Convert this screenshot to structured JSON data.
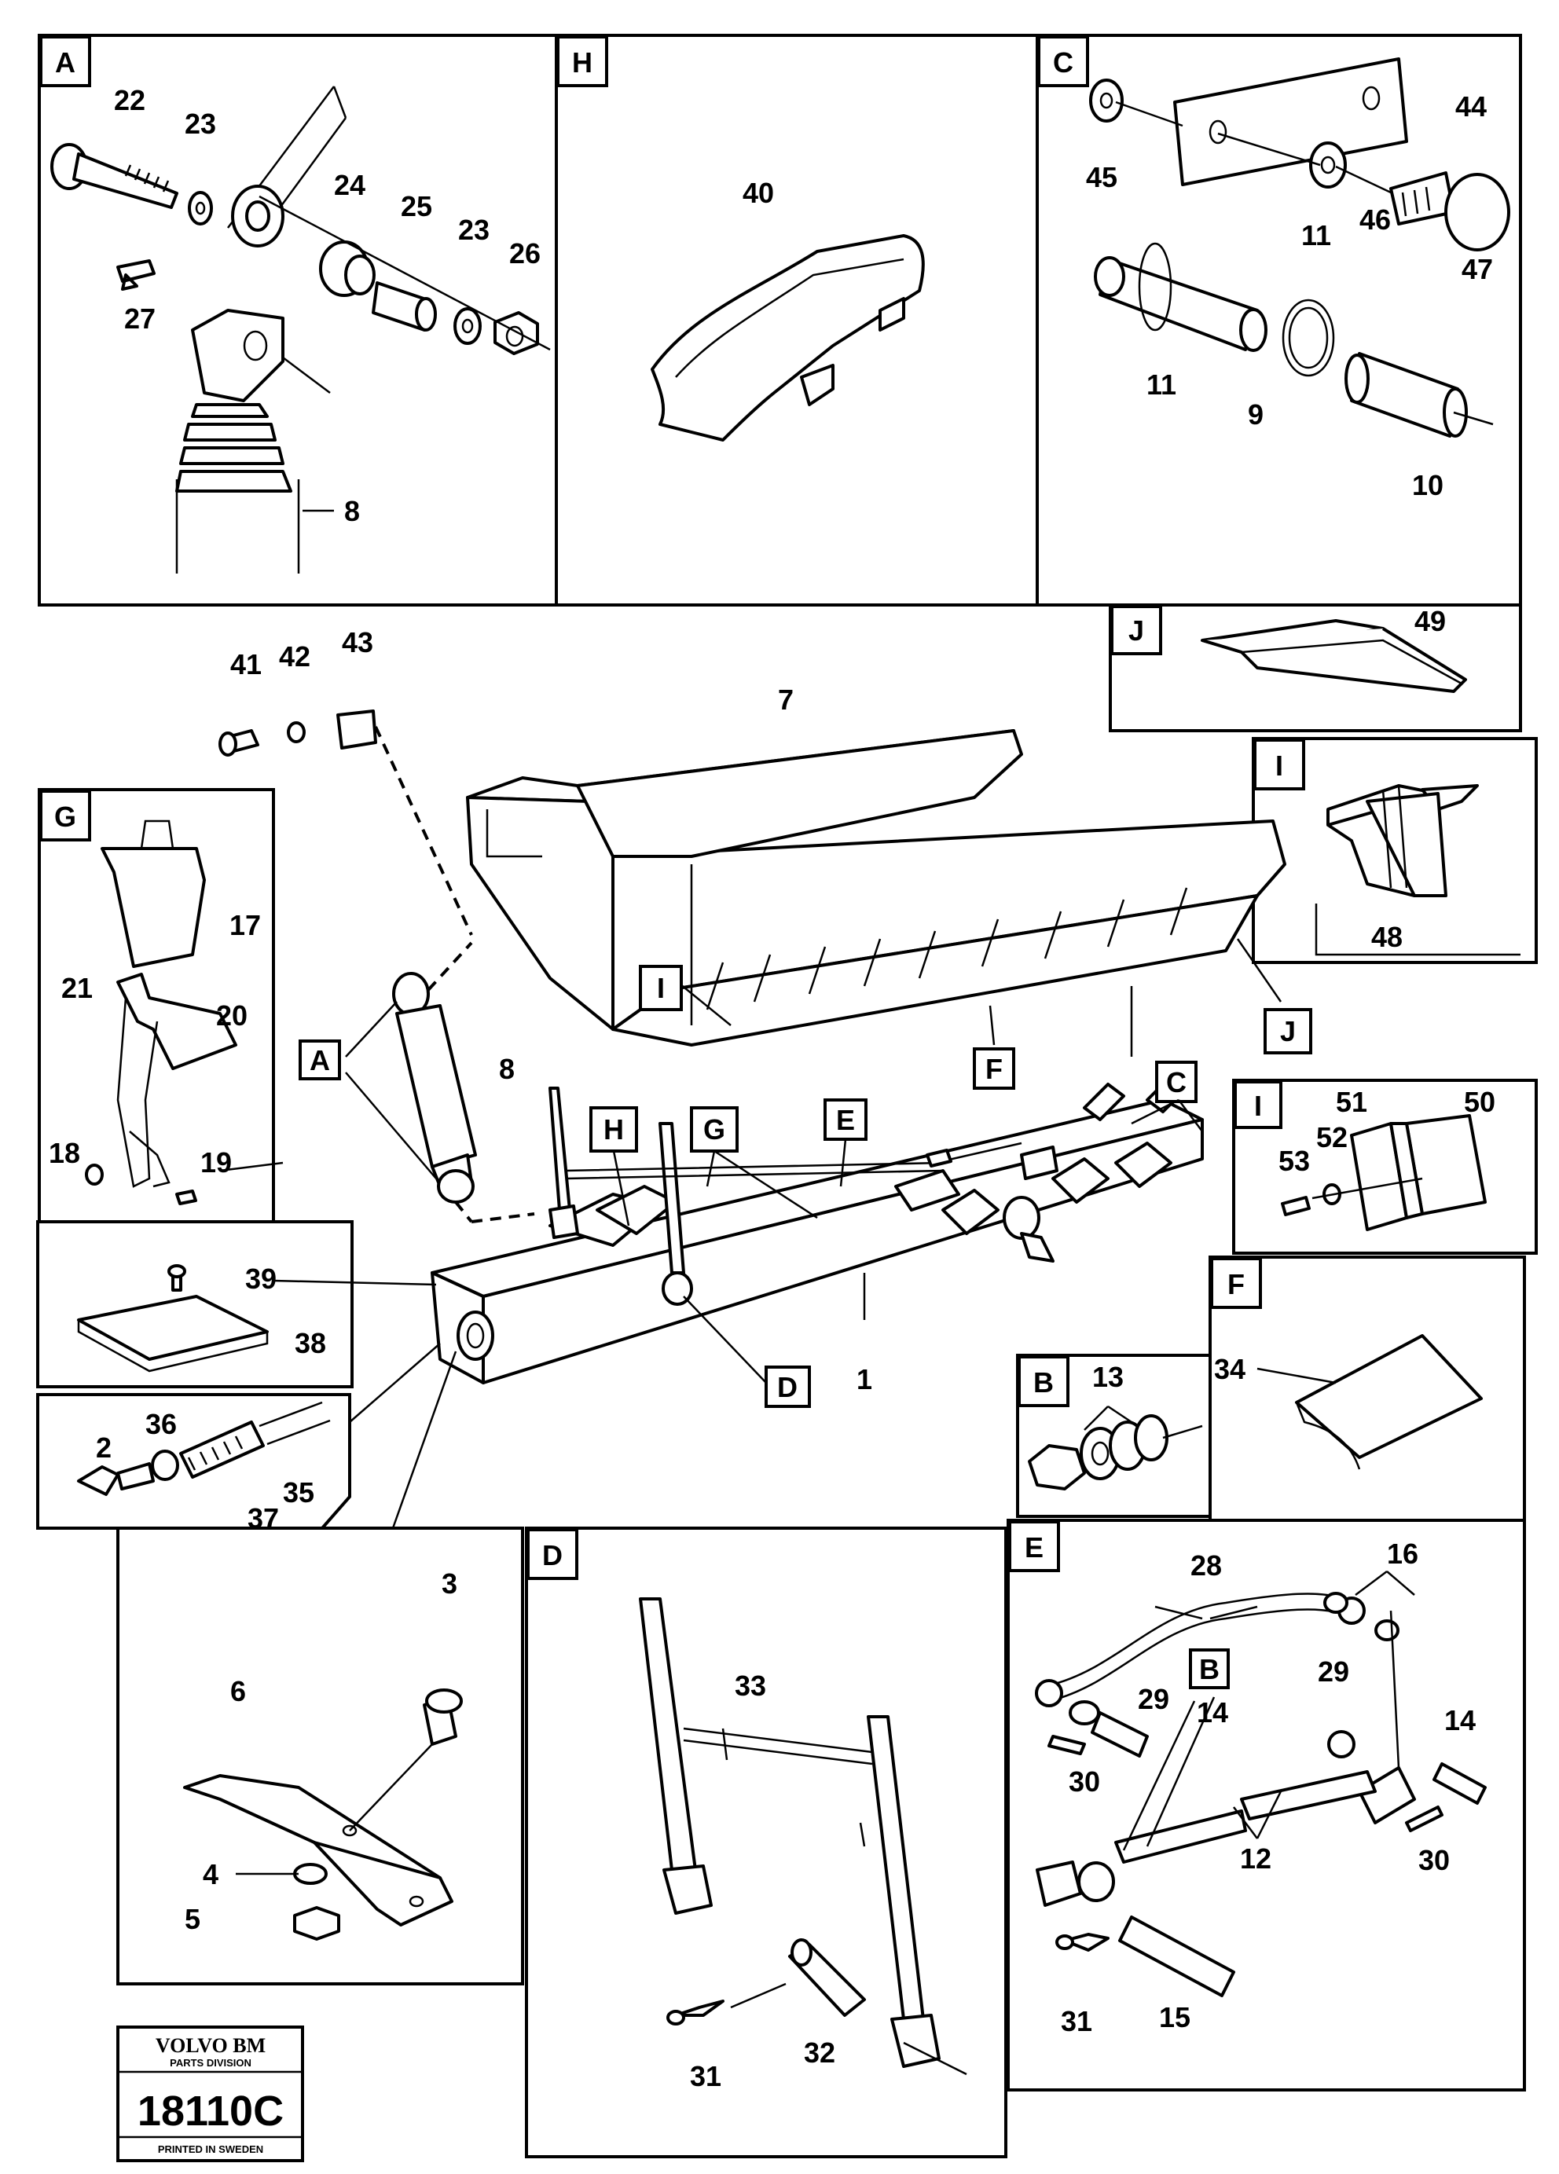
{
  "diagram": {
    "panels": {
      "A": "A",
      "H": "H",
      "C": "C",
      "J": "J",
      "I_top": "I",
      "G": "G",
      "I_right": "I",
      "F": "F",
      "B": "B",
      "D": "D",
      "E": "E"
    },
    "main_markers": {
      "A": "A",
      "H": "H",
      "G": "G",
      "E": "E",
      "I": "I",
      "F": "F",
      "C": "C",
      "J": "J",
      "D": "D",
      "B_in_E": "B"
    },
    "callouts": {
      "p22": "22",
      "p23a": "23",
      "p24": "24",
      "p25": "25",
      "p23b": "23",
      "p26": "26",
      "p27": "27",
      "p8a": "8",
      "p40": "40",
      "p45": "45",
      "p44": "44",
      "p46": "46",
      "p47": "47",
      "p11a": "11",
      "p11b": "11",
      "p9": "9",
      "p10": "10",
      "p49": "49",
      "p48": "48",
      "p41": "41",
      "p42": "42",
      "p43": "43",
      "p7": "7",
      "p17": "17",
      "p21": "21",
      "p20": "20",
      "p18": "18",
      "p19": "19",
      "p8b": "8",
      "p51": "51",
      "p50": "50",
      "p52": "52",
      "p53": "53",
      "p39": "39",
      "p38": "38",
      "p1": "1",
      "p34": "34",
      "p13": "13",
      "p2": "2",
      "p36": "36",
      "p35": "35",
      "p37": "37",
      "p3": "3",
      "p6": "6",
      "p4": "4",
      "p5": "5",
      "p33": "33",
      "p31a": "31",
      "p32": "32",
      "p28": "28",
      "p16": "16",
      "p29a": "29",
      "p29b": "29",
      "p14a": "14",
      "p14b": "14",
      "p30a": "30",
      "p30b": "30",
      "p12": "12",
      "p31b": "31",
      "p15": "15"
    },
    "logo": {
      "brand": "VOLVO BM",
      "division": "PARTS DIVISION",
      "code": "18110C",
      "printed": "PRINTED IN SWEDEN"
    }
  }
}
